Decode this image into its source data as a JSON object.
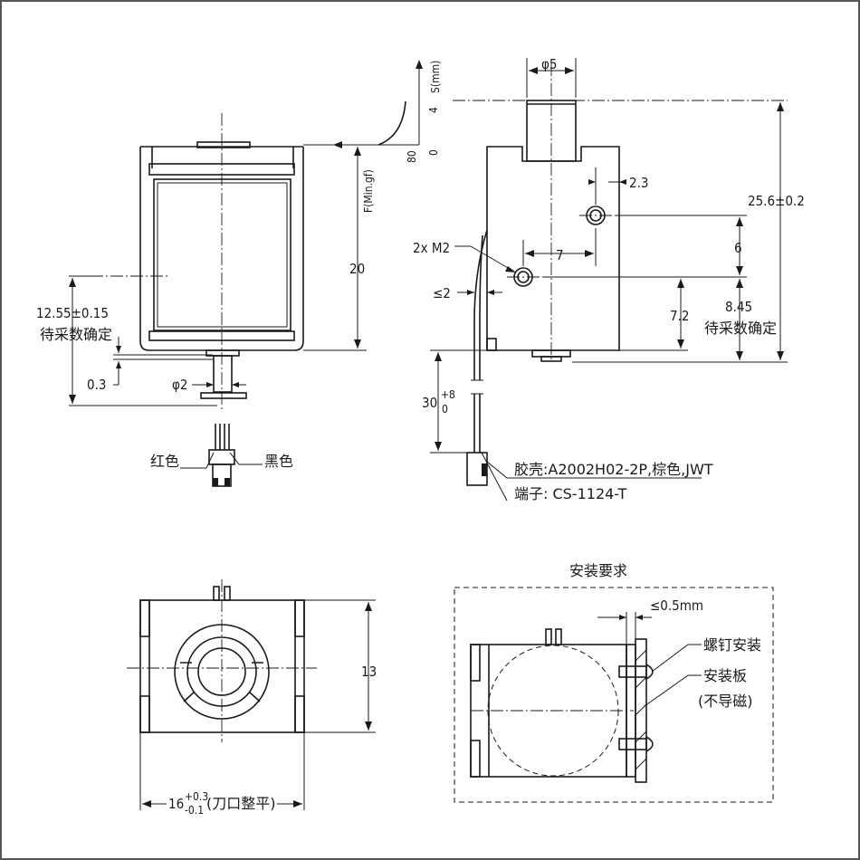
{
  "front_view": {
    "height_label": "20",
    "force_label": "F(Min.gf)",
    "stroke_axis_label": "S(mm)",
    "stroke_tick_4": "4",
    "stroke_tick_0": "0",
    "force_tick_80": "80",
    "mount_height_label": "12.55±0.15",
    "mount_height_note": "待采数确定",
    "offset_label": "0.3",
    "pin_dia_label": "φ2",
    "red_wire_label": "红色",
    "black_wire_label": "黑色"
  },
  "side_view": {
    "plunger_dia_label": "φ5",
    "edge_offset_label": "2.3",
    "screw_label": "2x M2",
    "pitch_label": "7",
    "vertical_pitch_label": "6",
    "gap_label": "≤2",
    "base_offset_label": "7.2",
    "ref_label": "8.45",
    "ref_note": "待采数确定",
    "total_height_label": "25.6±0.2",
    "wire_length_label": "30",
    "wire_length_tol_upper": "+8",
    "wire_length_tol_lower": "0",
    "housing_label": "胶壳:A2002H02-2P,棕色,JWT",
    "terminal_label": "端子: CS-1124-T"
  },
  "bottom_view": {
    "height_label": "13",
    "width_label": "16",
    "width_tol_upper": "+0.3",
    "width_tol_lower": "-0.1",
    "width_note": "(刀口整平)"
  },
  "install": {
    "title": "安装要求",
    "gap_label": "≤0.5mm",
    "screw_label": "螺钉安装",
    "plate_label": "安装板",
    "plate_note": "(不导磁)"
  }
}
